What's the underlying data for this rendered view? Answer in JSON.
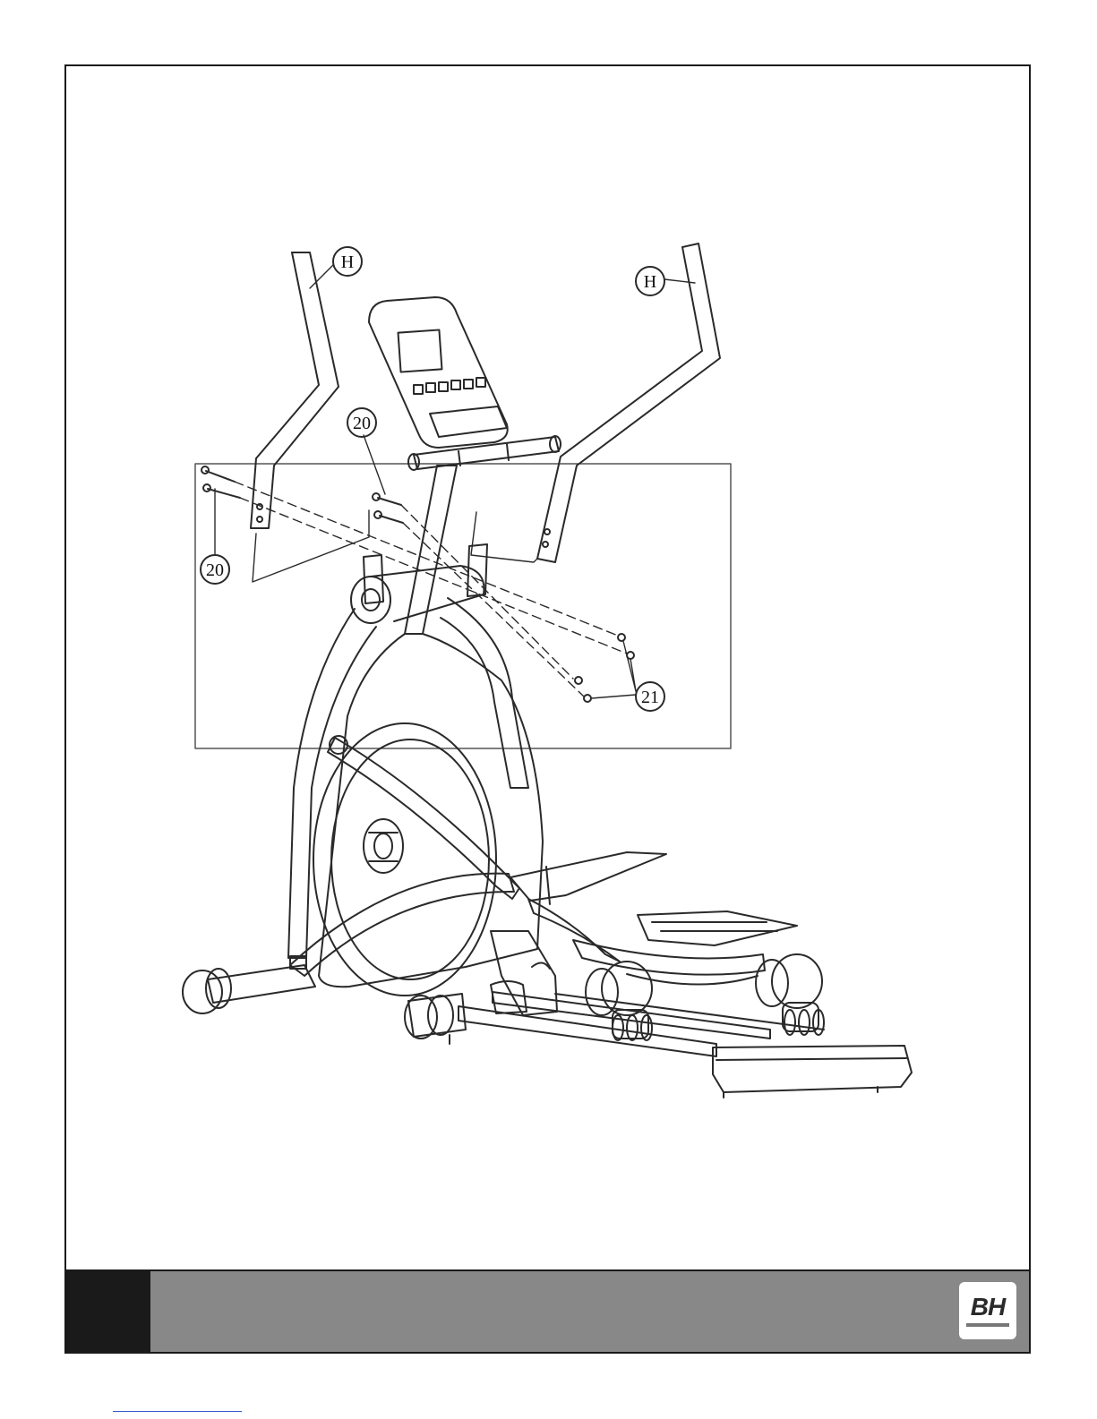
{
  "callouts": {
    "h_left": "H",
    "h_right": "H",
    "bolt_top": "20",
    "bolt_left": "20",
    "nuts": "21"
  },
  "footer": {
    "page_number": "",
    "logo_text": "BH"
  }
}
